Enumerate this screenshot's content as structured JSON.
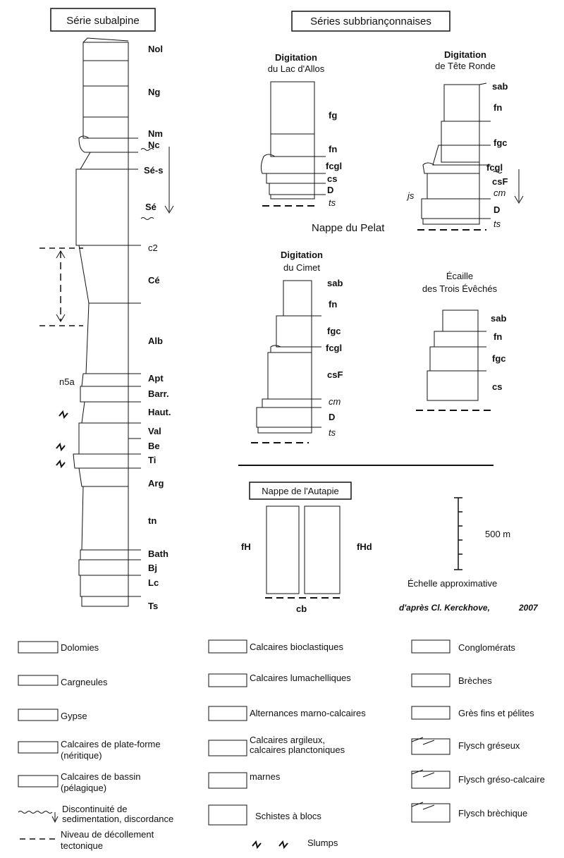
{
  "headers": {
    "subalpine": "Série subalpine",
    "subbrianconnaises": "Séries subbriançonnaises"
  },
  "subalpine_labels": {
    "nol": "Nol",
    "ng": "Ng",
    "nm": "Nm",
    "nc": "Nc",
    "ses": "Sé-s",
    "se": "Sé",
    "c2": "c2",
    "ce": "Cé",
    "alb": "Alb",
    "apt": "Apt",
    "n5a": "n5a",
    "barr": "Barr.",
    "haut": "Haut.",
    "val": "Val",
    "be": "Be",
    "ti": "Ti",
    "arg": "Arg",
    "tn": "tn",
    "bath": "Bath",
    "bj": "Bj",
    "lc": "Lc",
    "ts": "Ts"
  },
  "lac_allos": {
    "title1": "Digitation",
    "title2": "du Lac d'Allos",
    "fg": "fg",
    "fn": "fn",
    "fcgl": "fcgl",
    "cs": "cs",
    "d": "D",
    "ts": "ts"
  },
  "nappe_pelat": "Nappe du Pelat",
  "tete_ronde": {
    "title1": "Digitation",
    "title2": "de Tête Ronde",
    "sab": "sab",
    "fn": "fn",
    "fgc": "fgc",
    "fcgl": "fcgl",
    "csf": "csF",
    "cm": "cm",
    "js": "js",
    "d": "D",
    "ts": "ts"
  },
  "cimet": {
    "title1": "Digitation",
    "title2": "du Cimet",
    "sab": "sab",
    "fn": "fn",
    "fgc": "fgc",
    "fcgl": "fcgl",
    "csf": "csF",
    "cm": "cm",
    "d": "D",
    "ts": "ts"
  },
  "trois_eveches": {
    "title1": "Écaille",
    "title2": "des Trois Évêchés",
    "sab": "sab",
    "fn": "fn",
    "fgc": "fgc",
    "cs": "cs"
  },
  "autapie": {
    "title": "Nappe de l'Autapie",
    "fh": "fH",
    "fhd": "fHd",
    "cb": "cb"
  },
  "scale": {
    "label": "500 m",
    "caption": "Échelle approximative"
  },
  "credit": {
    "author": "d'après Cl. Kerckhove,",
    "year": "2007"
  },
  "legend": {
    "dolomies": "Dolomies",
    "cargneules": "Cargneules",
    "gypse": "Gypse",
    "plate_forme_1": "Calcaires de plate-forme",
    "plate_forme_2": "(néritique)",
    "bassin_1": "Calcaires de bassin",
    "bassin_2": "(pélagique)",
    "discontinuite_1": "Discontinuité de",
    "discontinuite_2": "sedimentation, discordance",
    "decollement_1": "Niveau de décollement",
    "decollement_2": "tectonique",
    "bioclastiques": "Calcaires bioclastiques",
    "lumachelliques": "Calcaires lumachelliques",
    "alternances": "Alternances marno-calcaires",
    "argileux_1": "Calcaires argileux,",
    "argileux_2": "calcaires planctoniques",
    "marnes": "marnes",
    "schistes": "Schistes à blocs",
    "slumps": "Slumps",
    "conglomerats": "Conglomérats",
    "breches": "Brèches",
    "gres": "Grès fins et pélites",
    "flysch_greseux": "Flysch gréseux",
    "flysch_greso": "Flysch gréso-calcaire",
    "flysch_brechique": "Flysch brèchique"
  }
}
